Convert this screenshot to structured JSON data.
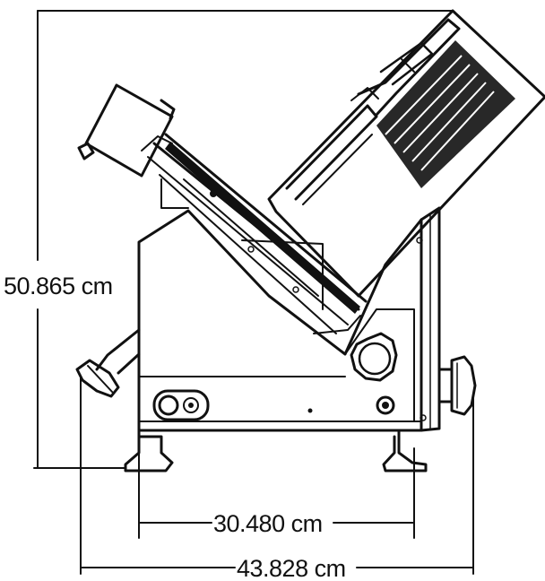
{
  "dimensions": {
    "height_label": "50.865 cm",
    "base_width_label": "30.480 cm",
    "overall_width_label": "43.828 cm"
  },
  "colors": {
    "ink": "#111111",
    "background": "#ffffff"
  }
}
